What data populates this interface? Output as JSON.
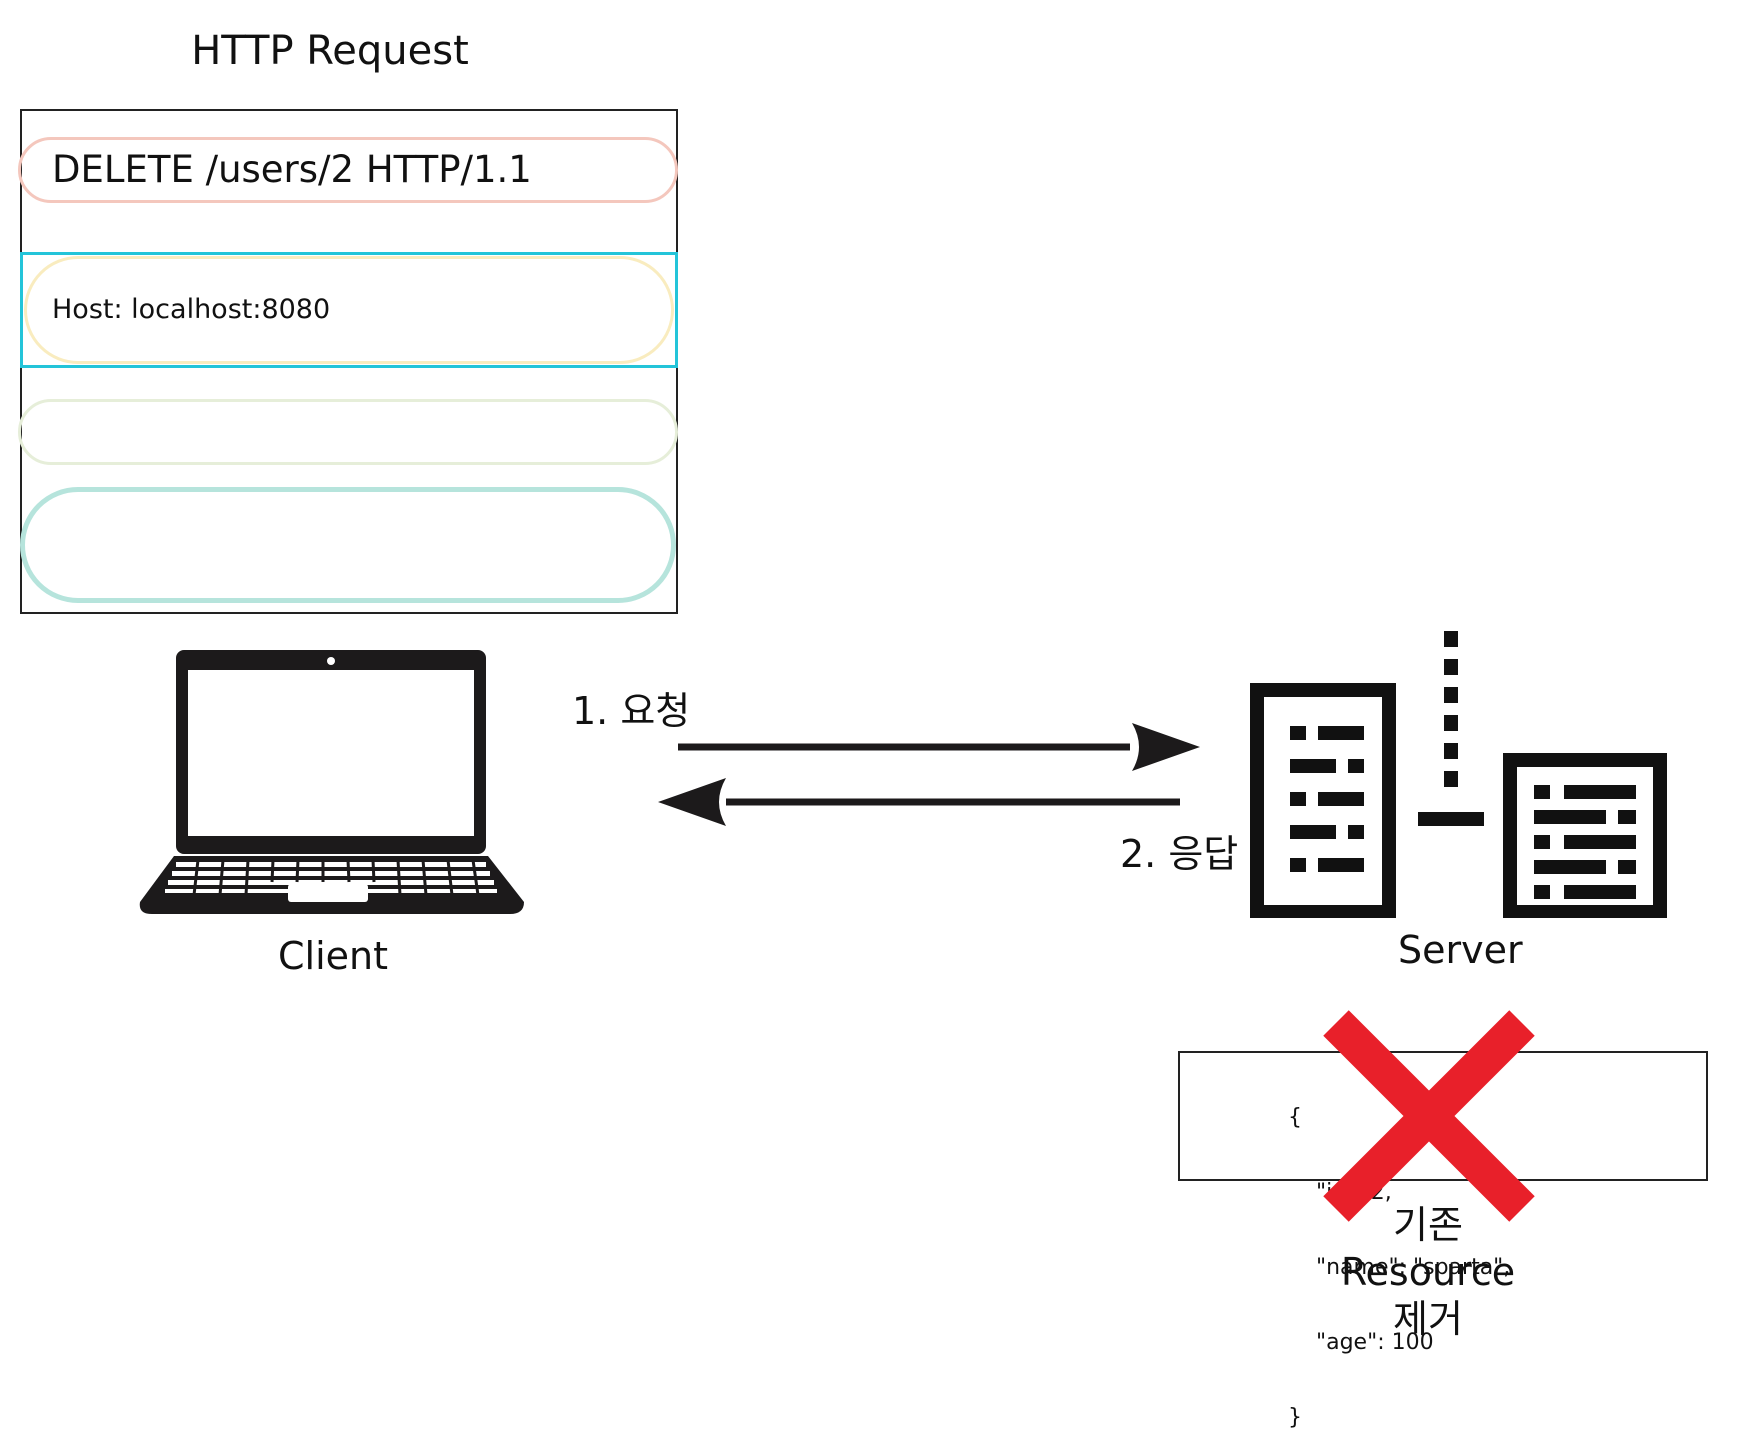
{
  "request": {
    "title": "HTTP Request",
    "start_line": "DELETE /users/2 HTTP/1.1",
    "header": "Host: localhost:8080"
  },
  "client": {
    "label": "Client"
  },
  "server": {
    "label": "Server"
  },
  "arrows": {
    "request_label": "1. 요청",
    "response_label": "2. 응답"
  },
  "resource": {
    "json_lines": [
      "{",
      "    \"id\": 2,",
      "    \"name\": \"sparta\",",
      "    \"age\": 100",
      "}"
    ],
    "caption_lines": [
      "기존",
      "Resource",
      "제거"
    ]
  },
  "colors": {
    "cross": "#e8202a",
    "selection": "#23c4d9",
    "ink": "#111111"
  }
}
